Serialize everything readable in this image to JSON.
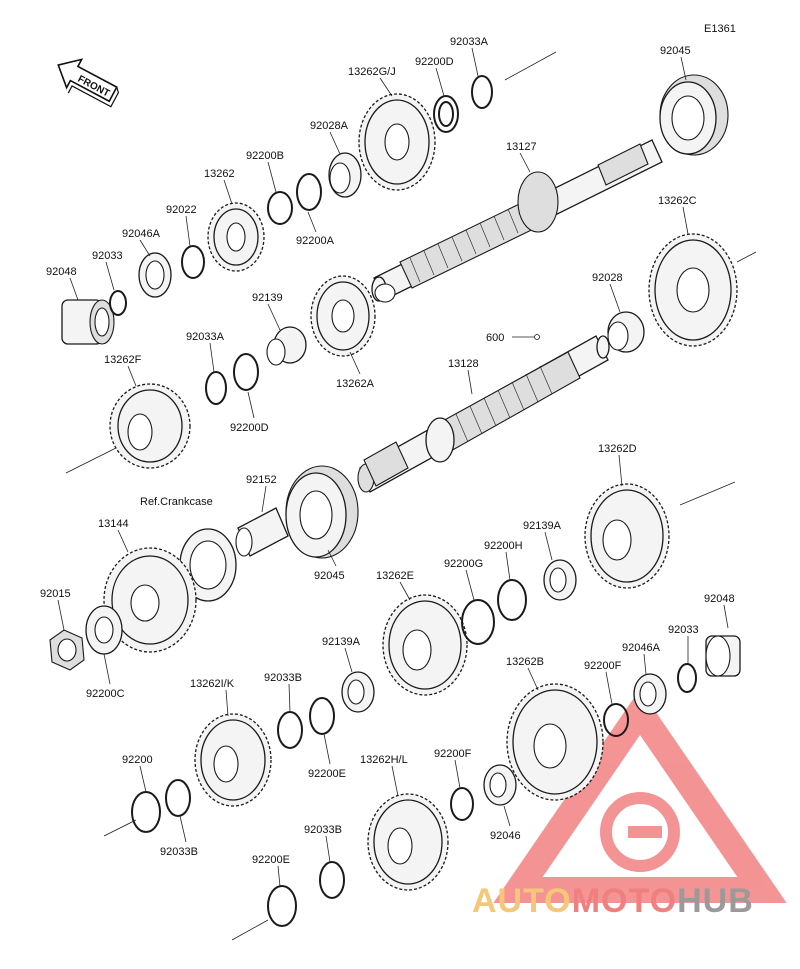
{
  "diagram": {
    "code": "E1361",
    "front_label": "FRONT",
    "ref_note": "Ref.Crankcase",
    "misc_label": "600",
    "labels": [
      "92033A",
      "92045",
      "13262G/J",
      "92200D",
      "92028A",
      "13127",
      "92200B",
      "13262",
      "92022",
      "92200A",
      "92046A",
      "92033",
      "92048",
      "13262C",
      "92028",
      "92139",
      "92033A",
      "13262A",
      "13262F",
      "92200D",
      "13128",
      "92152",
      "13262D",
      "13144",
      "92045",
      "92139A",
      "92200H",
      "92200G",
      "92015",
      "13262E",
      "92048",
      "92200C",
      "92139A",
      "92033",
      "92046A",
      "13262I/K",
      "92033B",
      "92200F",
      "13262B",
      "92200",
      "92200E",
      "92200F",
      "13262H/L",
      "92033B",
      "92046",
      "92033B",
      "92200E"
    ]
  },
  "watermark": {
    "part1": "AUTO",
    "part2": "MOTO",
    "part3": "HUB",
    "color1": "#f5c77a",
    "color2": "#f07f7f",
    "color3": "#9a9a9a"
  }
}
